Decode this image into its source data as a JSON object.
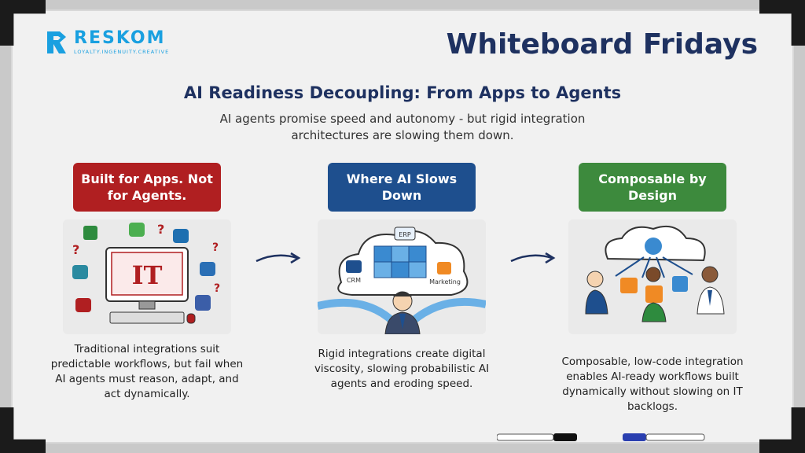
{
  "brand": {
    "name": "RESKOM",
    "tagline": "LOYALTY.INGENUITY.CREATIVE",
    "color": "#1aa0e0"
  },
  "header": {
    "series_title": "Whiteboard Fridays",
    "title": "AI Readiness Decoupling: From Apps to Agents",
    "subtitle": "AI agents promise speed and autonomy - but rigid integration architectures are slowing them down."
  },
  "columns": [
    {
      "heading": "Built for Apps. Not for Agents.",
      "color": "#b01f21",
      "illustration": "it-computer-icon",
      "screen_text": "IT",
      "description": "Traditional integrations suit predictable workflows, but fail when AI agents must reason, adapt, and act dynamically."
    },
    {
      "heading": "Where AI Slows Down",
      "color": "#1e4f8e",
      "illustration": "puzzle-cloud-icon",
      "labels": {
        "erp": "ERP",
        "crm": "CRM",
        "marketing": "Marketing"
      },
      "description": "Rigid integrations create digital viscosity, slowing probabilistic AI agents and eroding speed."
    },
    {
      "heading": "Composable by Design",
      "color": "#3d8a3d",
      "illustration": "composable-team-icon",
      "description": "Composable, low-code integration enables AI-ready workflows built dynamically without slowing on IT backlogs."
    }
  ],
  "colors": {
    "navy": "#1e3160",
    "board": "#f1f1f1",
    "frame": "#c9c9c9"
  }
}
